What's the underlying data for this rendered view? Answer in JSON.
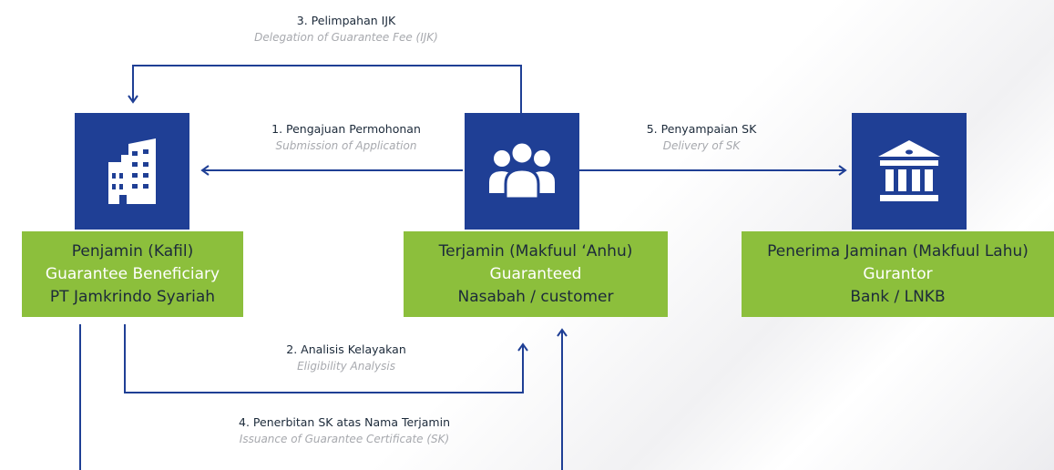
{
  "colors": {
    "icon_background": "#1f3f95",
    "entity_background": "#8cbf3c",
    "arrow": "#1f3f95",
    "dark_text": "#1c2a3a",
    "light_text": "#ffffff",
    "caption_text": "#a7a9ae"
  },
  "nodes": {
    "penjamin": {
      "icon": "building-icon",
      "title": "Penjamin (Kafil)",
      "role": "Guarantee Beneficiary",
      "name": "PT Jamkrindo Syariah"
    },
    "terjamin": {
      "icon": "people-icon",
      "title": "Terjamin (Makfuul ‘Anhu)",
      "role": "Guaranteed",
      "name": "Nasabah / customer"
    },
    "penerima": {
      "icon": "bank-icon",
      "title": "Penerima Jaminan (Makfuul Lahu)",
      "role": "Gurantor",
      "name": "Bank / LNKB"
    }
  },
  "steps": {
    "s1": {
      "label": "1. Pengajuan Permohonan",
      "subtitle": "Submission of Application"
    },
    "s2": {
      "label": "2. Analisis Kelayakan",
      "subtitle": "Eligibility Analysis"
    },
    "s3": {
      "label": "3. Pelimpahan IJK",
      "subtitle": "Delegation of Guarantee Fee (IJK)"
    },
    "s4": {
      "label": "4. Penerbitan SK atas Nama Terjamin",
      "subtitle": "Issuance of Guarantee Certificate (SK)"
    },
    "s5": {
      "label": "5. Penyampaian SK",
      "subtitle": "Delivery of SK"
    }
  }
}
